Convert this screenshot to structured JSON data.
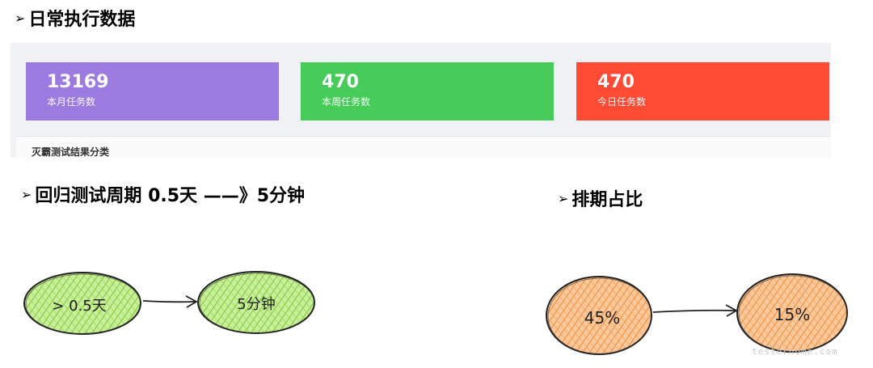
{
  "headings": {
    "daily": "日常执行数据",
    "regression": "回归测试周期 0.5天 ——》5分钟",
    "schedule": "排期占比",
    "arrow_glyph": "➢"
  },
  "dashboard": {
    "cards": [
      {
        "value": "13169",
        "label": "本月任务数",
        "color": "#9b7be0"
      },
      {
        "value": "470",
        "label": "本周任务数",
        "color": "#47cc59"
      },
      {
        "value": "470",
        "label": "今日任务数",
        "color": "#ff4a34"
      }
    ],
    "section_title": "灭霸测试结果分类"
  },
  "regression_diagram": {
    "from_label": "> 0.5天",
    "to_label": "5分钟",
    "fill_color": "#a9e26a"
  },
  "schedule_diagram": {
    "from_label": "45%",
    "to_label": "15%",
    "fill_color": "#f7a35c"
  },
  "watermark": "testerhome.com"
}
